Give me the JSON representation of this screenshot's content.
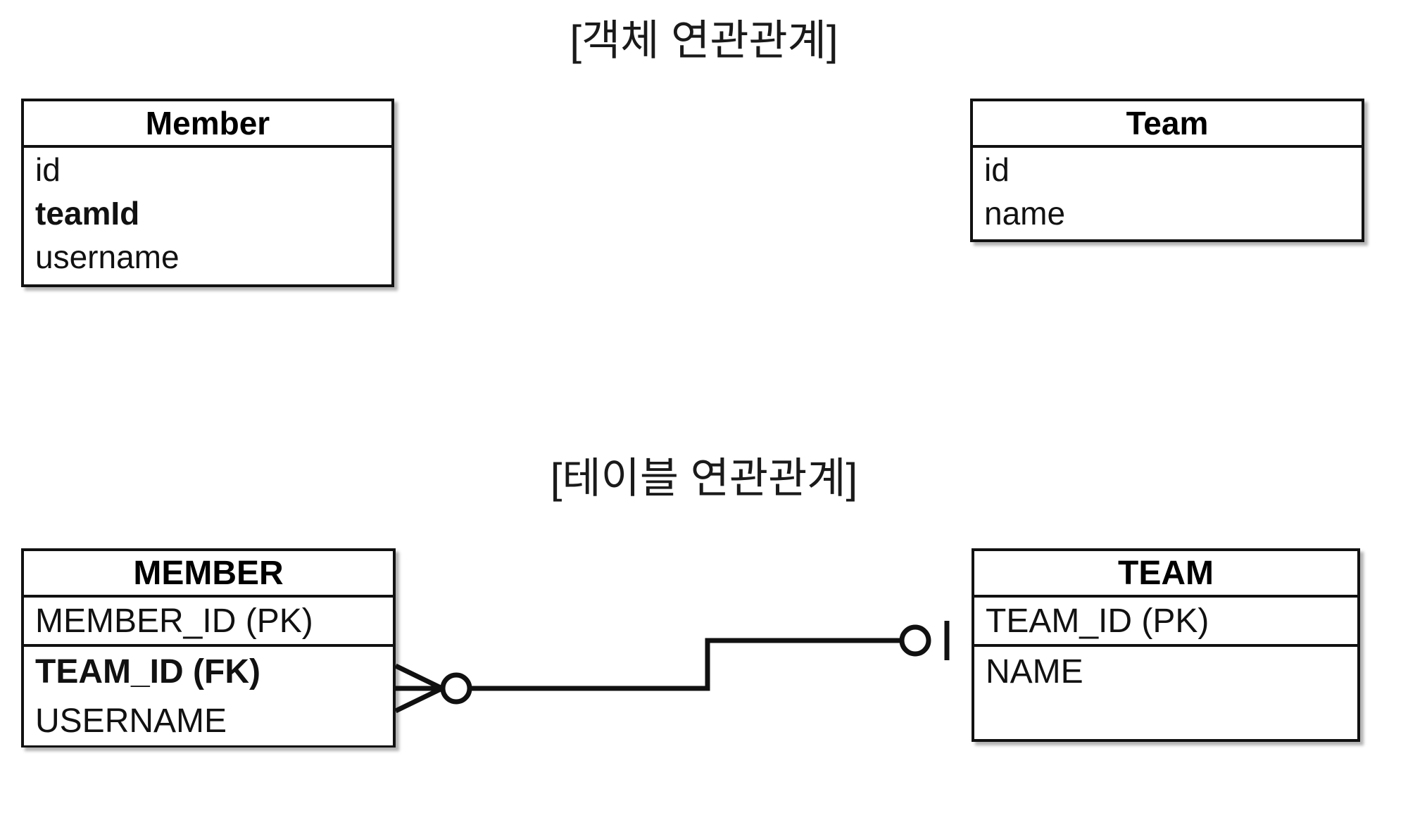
{
  "diagram": {
    "type": "erd",
    "background_color": "#ffffff",
    "line_color": "#111111",
    "sections": [
      {
        "id": "object-association",
        "title": "[객체 연관관계]",
        "entities": [
          "Member",
          "Team"
        ]
      },
      {
        "id": "table-association",
        "title": "[테이블 연관관계]",
        "entities": [
          "MEMBER",
          "TEAM"
        ]
      }
    ]
  },
  "object_section": {
    "title": "[객체 연관관계]",
    "member": {
      "name": "Member",
      "attributes": [
        {
          "label": "id",
          "bold": false
        },
        {
          "label": "teamId",
          "bold": true
        },
        {
          "label": "username",
          "bold": false
        }
      ]
    },
    "team": {
      "name": "Team",
      "attributes": [
        {
          "label": "id",
          "bold": false
        },
        {
          "label": "name",
          "bold": false
        }
      ]
    }
  },
  "table_section": {
    "title": "[테이블 연관관계]",
    "member": {
      "name": "MEMBER",
      "attributes": [
        {
          "label": "MEMBER_ID (PK)",
          "bold": false,
          "ruled": true
        },
        {
          "label": "TEAM_ID (FK)",
          "bold": true,
          "ruled": false
        },
        {
          "label": "USERNAME",
          "bold": false,
          "ruled": false
        }
      ]
    },
    "team": {
      "name": "TEAM",
      "attributes": [
        {
          "label": "TEAM_ID (PK)",
          "bold": false,
          "ruled": true
        },
        {
          "label": "NAME",
          "bold": false,
          "ruled": false
        }
      ]
    },
    "relationship": {
      "from": "MEMBER.TEAM_ID (FK)",
      "to": "TEAM.TEAM_ID (PK)",
      "from_cardinality": "zero-or-many (crow's foot with circle)",
      "to_cardinality": "zero-or-one (circle with tick)",
      "notation": "crows-foot"
    }
  }
}
